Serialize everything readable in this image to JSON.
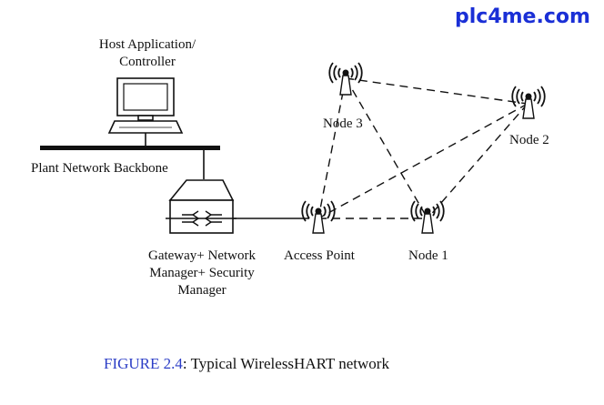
{
  "watermark": {
    "text": "plc4me.com",
    "color": "#1a2fd6"
  },
  "labels": {
    "host_line1": "Host Application/",
    "host_line2": "Controller",
    "backbone": "Plant Network Backbone",
    "gateway_line1": "Gateway+ Network",
    "gateway_line2": "Manager+ Security",
    "gateway_line3": "Manager",
    "access_point": "Access Point",
    "node1": "Node 1",
    "node2": "Node 2",
    "node3": "Node 3"
  },
  "caption": {
    "prefix": "FIGURE 2.4",
    "text": ": Typical WirelessHART network",
    "prefix_color": "#2b3dc6"
  },
  "icons": {
    "host": "computer-monitor-icon",
    "gateway": "gateway-box-icon",
    "antenna": "radio-antenna-icon"
  }
}
